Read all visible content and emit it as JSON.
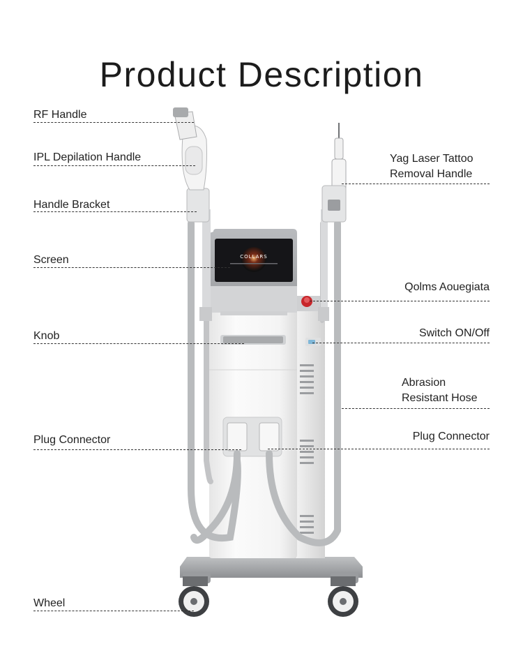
{
  "title": "Product Description",
  "labels_left": {
    "rf_handle": "RF Handle",
    "ipl_handle": "IPL Depilation Handle",
    "handle_bracket": "Handle Bracket",
    "screen": "Screen",
    "knob": "Knob",
    "plug_connector": "Plug Connector",
    "wheel": "Wheel"
  },
  "labels_right": {
    "yag_line1": "Yag Laser Tattoo",
    "yag_line2": "Removal Handle",
    "emergency": "Qolms Aouegiata",
    "switch": "Switch ON/Off",
    "hose_line1": "Abrasion",
    "hose_line2": "Resistant Hose",
    "plug_connector": "Plug Connector"
  },
  "screen_text": {
    "brand": "COLLARS"
  },
  "colors": {
    "body": "#f3f3f3",
    "panel_gray": "#a9abad",
    "hose": "#b9bbbd",
    "emergency_red": "#c8262b",
    "screen": "#151518"
  }
}
